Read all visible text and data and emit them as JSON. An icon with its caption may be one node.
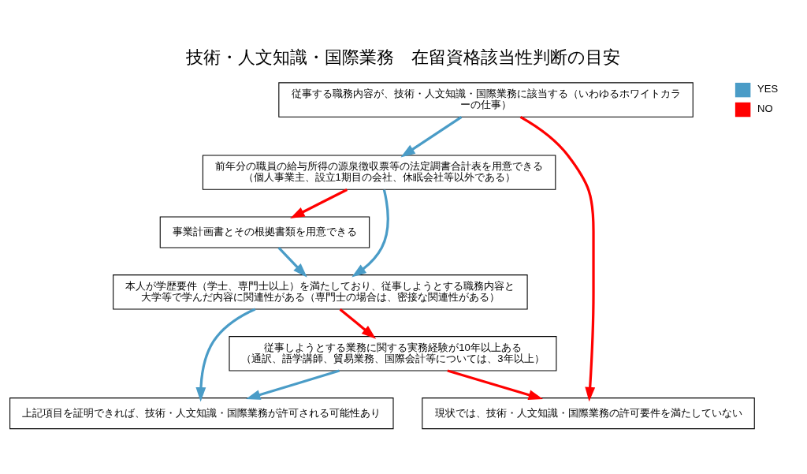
{
  "diagram": {
    "title": "技術・人文知識・国際業務　在留資格該当性判断の目安",
    "nodes": [
      {
        "text": [
          "従事する職務内容が、技術・人文知識・国際業務に該当する（いわゆるホワイトカラーの仕事）"
        ]
      },
      {
        "text": [
          "前年分の職員の給与所得の源泉徴収票等の法定調書合計表を用意できる",
          "（個人事業主、設立1期目の会社、休眠会社等以外である）"
        ]
      },
      {
        "text": [
          "事業計画書とその根拠書類を用意できる"
        ]
      },
      {
        "text": [
          "本人が学歴要件（学士、専門士以上）を満たしており、従事しようとする職務内容と大学等で学んだ内容に関連性がある（専門士の場合は、密接な関連性がある）"
        ]
      },
      {
        "text": [
          "従事しようとする業務に関する実務経験が10年以上ある",
          "（通訳、語学講師、貿易業務、国際会計等については、3年以上）"
        ]
      },
      {
        "text": [
          "上記項目を証明できれば、技術・人文知識・国際業務が許可される可能性あり"
        ]
      },
      {
        "text": [
          "現状では、技術・人文知識・国際業務の許可要件を満たしていない"
        ]
      }
    ],
    "edges": [
      {
        "from": 0,
        "to": 1,
        "arrow": "to"
      },
      {
        "from": 0,
        "to": 6,
        "arrow": "to",
        "color": "#ff0000"
      },
      {
        "from": 1,
        "to": 3,
        "arrow": "to"
      },
      {
        "from": 1,
        "to": 2,
        "arrow": "to",
        "color": "#ff0000"
      },
      {
        "from": 2,
        "to": 3,
        "arrow": "to"
      },
      {
        "from": 3,
        "to": 5,
        "arrow": "to"
      },
      {
        "from": 3,
        "to": 4,
        "arrow": "to",
        "color": "#ff0000"
      },
      {
        "from": 4,
        "to": 5,
        "arrow": "to"
      },
      {
        "from": 4,
        "to": 6,
        "arrow": "to",
        "color": "#ff0000"
      }
    ],
    "legend": [
      {
        "text": "YES",
        "color": "#4a9cc7"
      },
      {
        "text": "NO",
        "color": "#ff0000"
      }
    ]
  }
}
